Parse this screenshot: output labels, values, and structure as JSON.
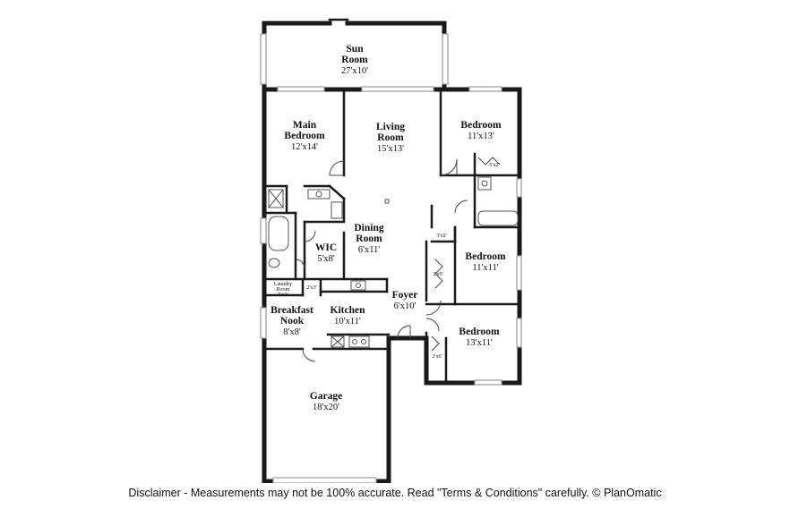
{
  "rooms": {
    "sun_room": {
      "name1": "Sun",
      "name2": "Room",
      "dims": "27'x10'"
    },
    "main_bedroom": {
      "name1": "Main",
      "name2": "Bedroom",
      "dims": "12'x14'"
    },
    "living_room": {
      "name1": "Living",
      "name2": "Room",
      "dims": "15'x13'"
    },
    "bedroom_1": {
      "name1": "Bedroom",
      "dims": "11'x13'"
    },
    "closet_1": {
      "dims": "6'x2'"
    },
    "dining_room": {
      "name1": "Dining",
      "name2": "Room",
      "dims": "6'x11'"
    },
    "wic": {
      "name1": "WIC",
      "dims": "5'x8'"
    },
    "closet_2": {
      "dims": "3'x2'"
    },
    "bedroom_2": {
      "name1": "Bedroom",
      "dims": "11'x11'"
    },
    "closet_3": {
      "dims": "2'x9'"
    },
    "laundry": {
      "name1": "Laundry",
      "name2": "Room",
      "dims": "5'x3'"
    },
    "closet_4": {
      "dims": "2'x3'"
    },
    "foyer": {
      "name1": "Foyer",
      "dims": "6'x10'"
    },
    "breakfast_nook": {
      "name1": "Breakfast",
      "name2": "Nook",
      "dims": "8'x8'"
    },
    "kitchen": {
      "name1": "Kitchen",
      "dims": "10'x11'"
    },
    "bedroom_3": {
      "name1": "Bedroom",
      "dims": "13'x11'"
    },
    "closet_5": {
      "dims": "2'x6'"
    },
    "garage": {
      "name1": "Garage",
      "dims": "18'x20'"
    }
  },
  "disclaimer": "Disclaimer - Measurements may not be 100% accurate. Read \"Terms & Conditions\" carefully. © PlanOmatic"
}
